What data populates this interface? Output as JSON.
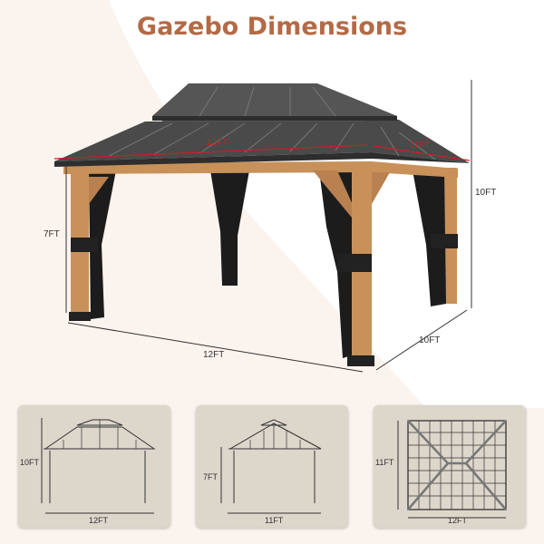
{
  "title": "Gazebo Dimensions",
  "main_view": {
    "roof_length": "13FT",
    "roof_width": "11FT",
    "post_height": "7FT",
    "total_height": "10FT",
    "base_length": "12FT",
    "base_width": "10FT"
  },
  "panels": [
    {
      "height": "10FT",
      "width": "12FT"
    },
    {
      "height": "7FT",
      "width": "11FT"
    },
    {
      "height": "11FT",
      "width": "12FT"
    }
  ],
  "colors": {
    "title": "#b36a45",
    "roof": "#4a4a4a",
    "wood": "#c8915a",
    "curtain": "#1c1c1c",
    "dimension_accent": "#c8202a",
    "panel_bg": "#ddd6cb"
  }
}
